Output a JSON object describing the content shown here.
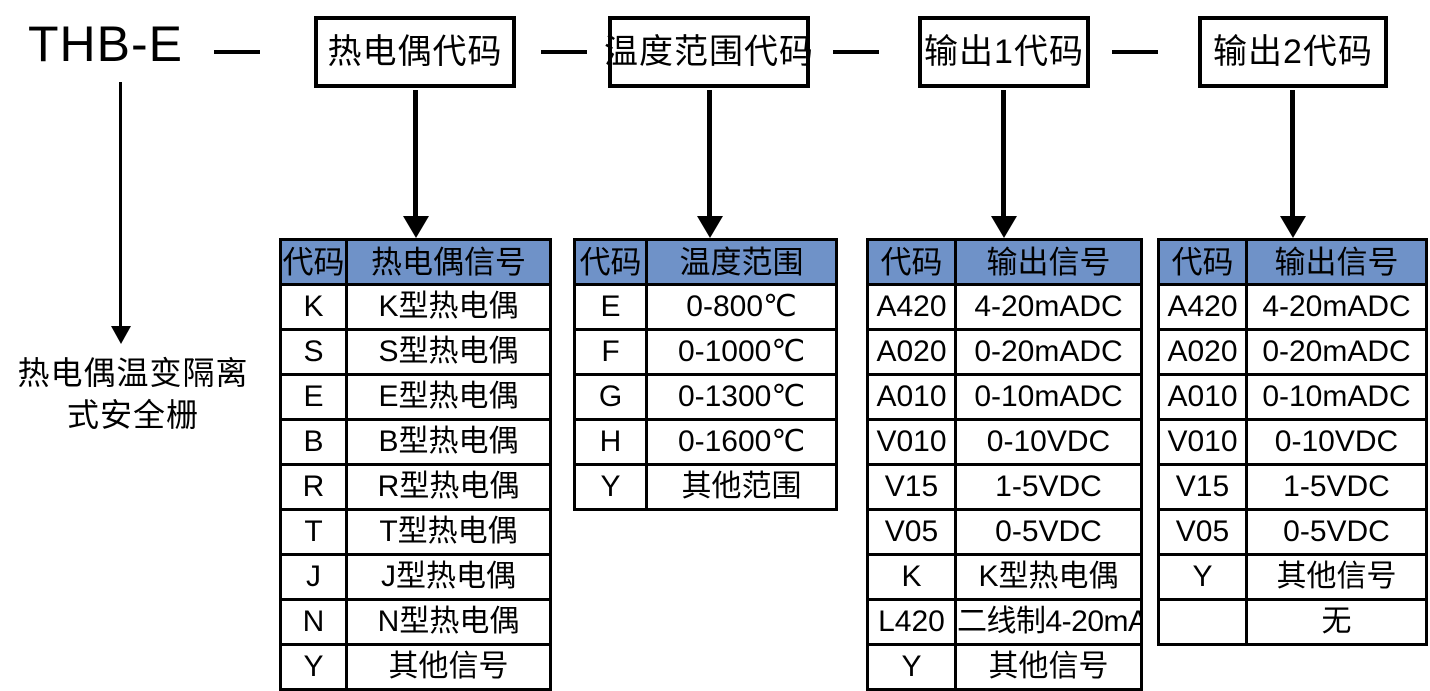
{
  "model": {
    "name": "THB-E",
    "description": "热电偶温变隔离式安全栅"
  },
  "separators": [
    "—",
    "—",
    "—",
    "—"
  ],
  "code_boxes": [
    {
      "label": "热电偶代码"
    },
    {
      "label": "温度范围代码"
    },
    {
      "label": "输出1代码"
    },
    {
      "label": "输出2代码"
    }
  ],
  "tables": [
    {
      "name": "thermocouple-code-table",
      "headers": [
        "代码",
        "热电偶信号"
      ],
      "rows": [
        [
          "K",
          "K型热电偶"
        ],
        [
          "S",
          "S型热电偶"
        ],
        [
          "E",
          "E型热电偶"
        ],
        [
          "B",
          "B型热电偶"
        ],
        [
          "R",
          "R型热电偶"
        ],
        [
          "T",
          "T型热电偶"
        ],
        [
          "J",
          "J型热电偶"
        ],
        [
          "N",
          "N型热电偶"
        ],
        [
          "Y",
          "其他信号"
        ]
      ]
    },
    {
      "name": "temperature-range-code-table",
      "headers": [
        "代码",
        "温度范围"
      ],
      "rows": [
        [
          "E",
          "0-800℃"
        ],
        [
          "F",
          "0-1000℃"
        ],
        [
          "G",
          "0-1300℃"
        ],
        [
          "H",
          "0-1600℃"
        ],
        [
          "Y",
          "其他范围"
        ]
      ]
    },
    {
      "name": "output1-code-table",
      "headers": [
        "代码",
        "输出信号"
      ],
      "rows": [
        [
          "A420",
          "4-20mADC"
        ],
        [
          "A020",
          "0-20mADC"
        ],
        [
          "A010",
          "0-10mADC"
        ],
        [
          "V010",
          "0-10VDC"
        ],
        [
          "V15",
          "1-5VDC"
        ],
        [
          "V05",
          "0-5VDC"
        ],
        [
          "K",
          "K型热电偶"
        ],
        [
          "L420",
          "二线制4-20mA"
        ],
        [
          "Y",
          "其他信号"
        ]
      ]
    },
    {
      "name": "output2-code-table",
      "headers": [
        "代码",
        "输出信号"
      ],
      "rows": [
        [
          "A420",
          "4-20mADC"
        ],
        [
          "A020",
          "0-20mADC"
        ],
        [
          "A010",
          "0-10mADC"
        ],
        [
          "V010",
          "0-10VDC"
        ],
        [
          "V15",
          "1-5VDC"
        ],
        [
          "V05",
          "0-5VDC"
        ],
        [
          "Y",
          "其他信号"
        ],
        [
          "",
          "无"
        ]
      ]
    }
  ],
  "colors": {
    "header_blue": "#6f92c8",
    "line": "#000000",
    "background": "#ffffff"
  }
}
